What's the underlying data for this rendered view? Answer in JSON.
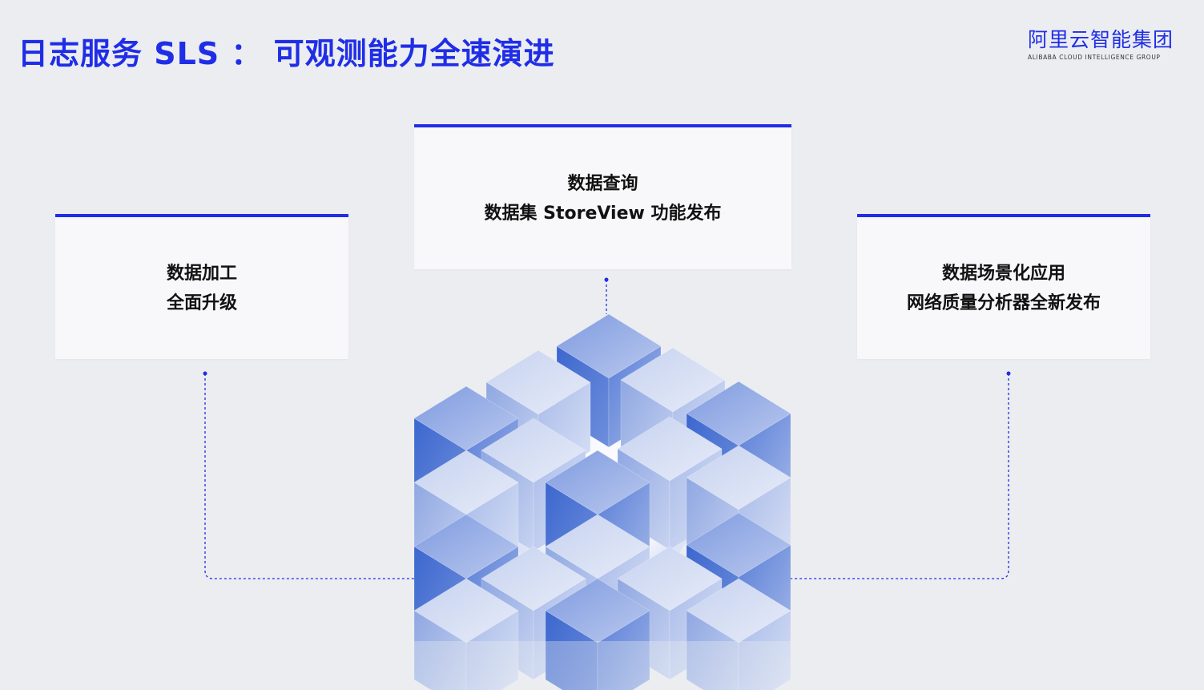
{
  "header": {
    "title": "日志服务 SLS ： 可观测能力全速演进"
  },
  "logo": {
    "name_cn": "阿里云智能集团",
    "name_en": "ALIBABA CLOUD INTELLIGENCE GROUP"
  },
  "cards": {
    "center": {
      "line1": "数据查询",
      "line2": "数据集 StoreView 功能发布"
    },
    "left": {
      "line1": "数据加工",
      "line2": "全面升级"
    },
    "right": {
      "line1": "数据场景化应用",
      "line2": "网络质量分析器全新发布"
    }
  },
  "colors": {
    "accent": "#1f2ee6",
    "background": "#ecedf1",
    "card": "#f8f8fa",
    "cube_dark": "#3f6ad0",
    "cube_light": "#c3d0ec"
  }
}
